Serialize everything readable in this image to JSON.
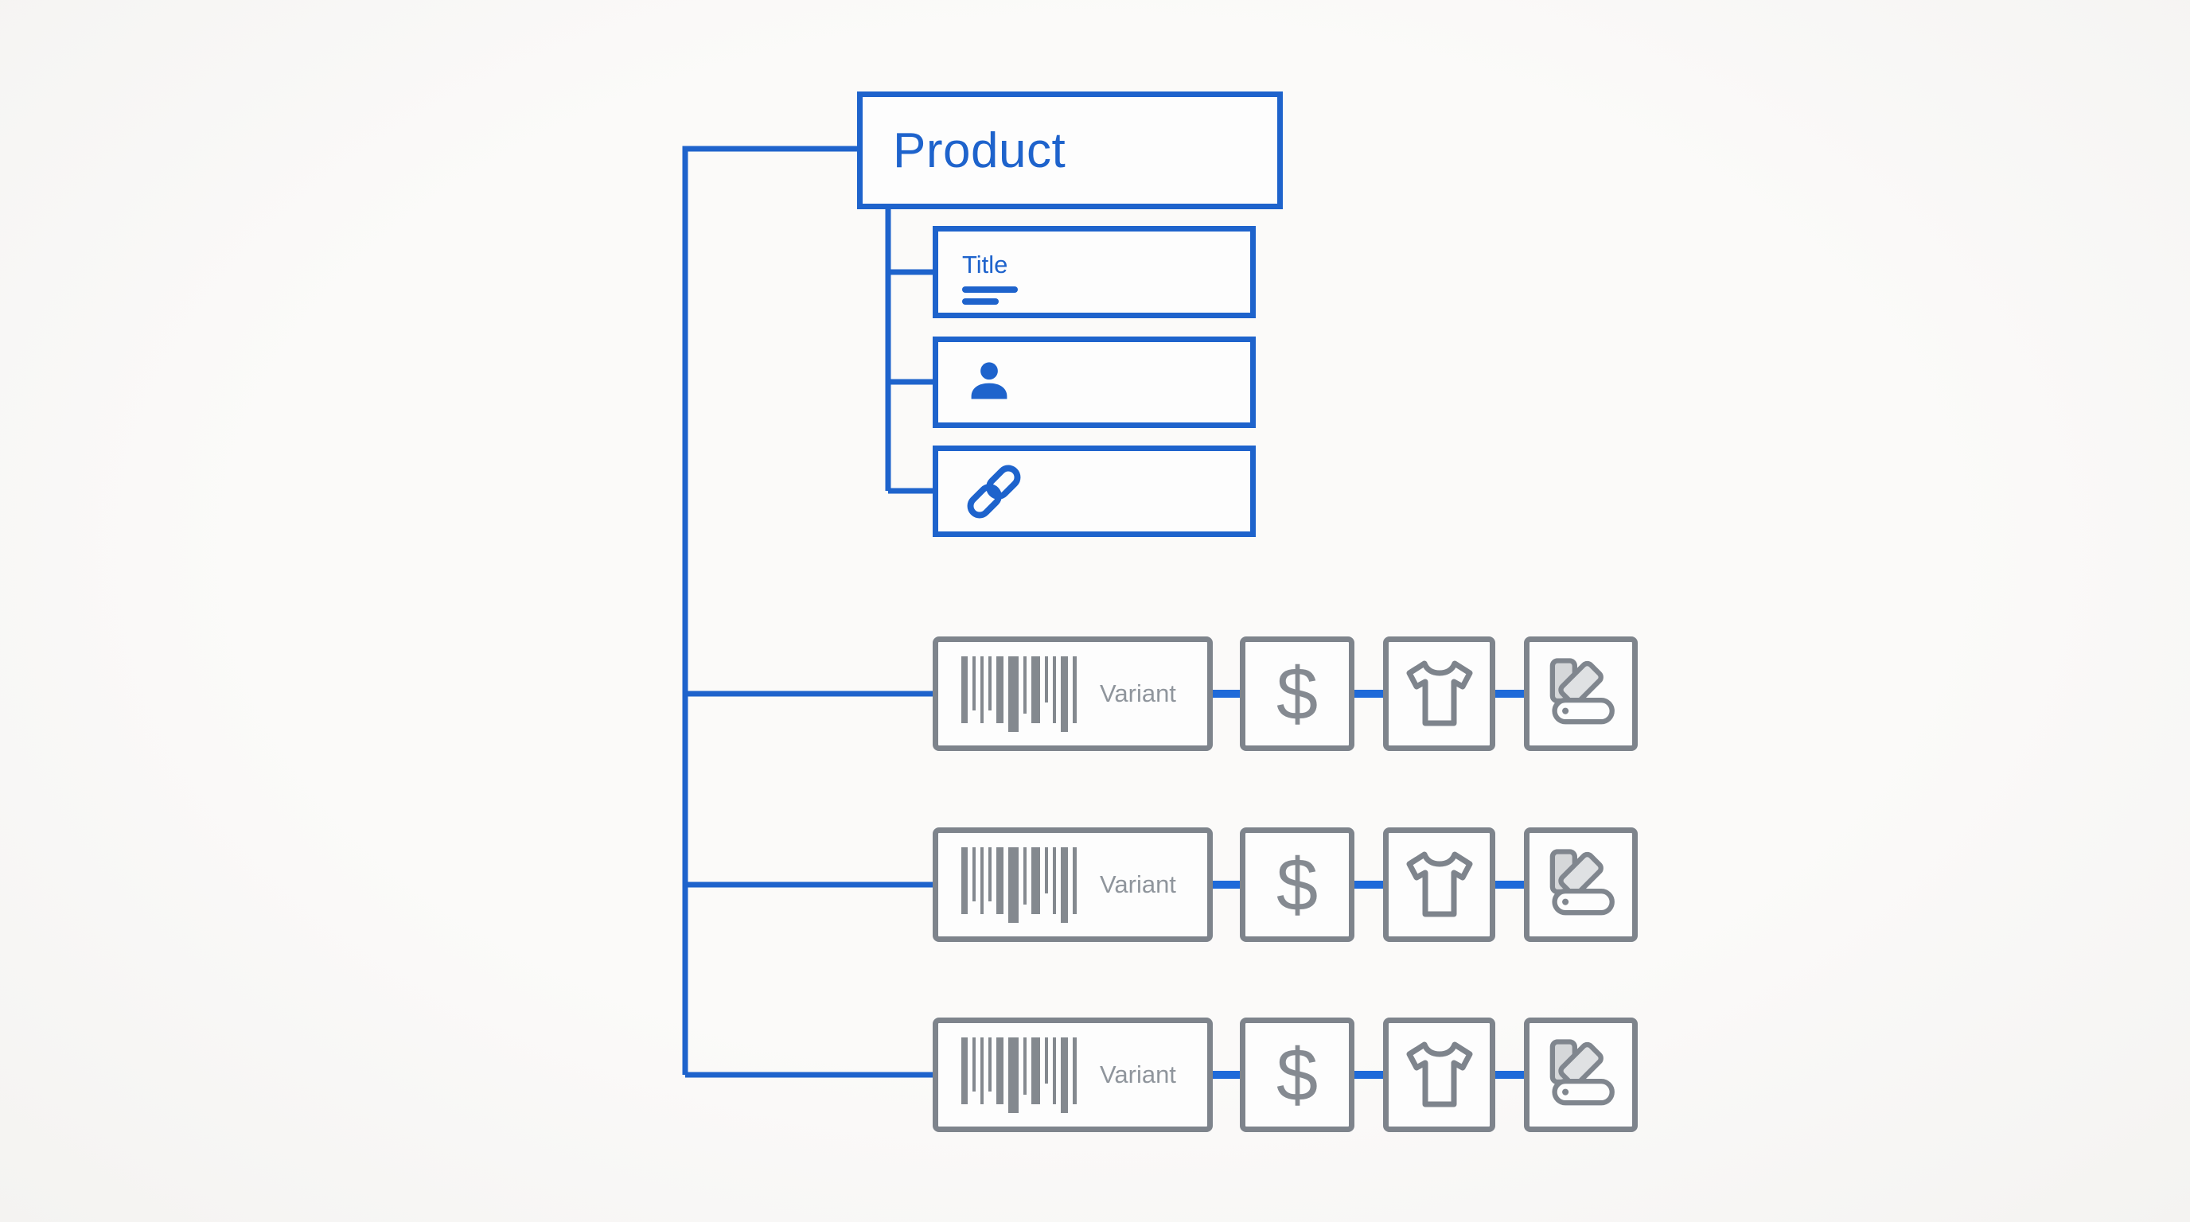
{
  "theme": {
    "blue": "#1e63cc",
    "connector_blue": "#1e6ad9",
    "gray_border": "#7e848c",
    "gray_text": "#8f959c",
    "gray_icon": "#84898f",
    "swatch_fill": "#d5d7d9",
    "node_fill": "#fdfdfd",
    "background": "#faf9f7"
  },
  "diagram": {
    "product": {
      "label": "Product"
    },
    "attributes": [
      {
        "label": "Title",
        "icon": "text-lines-icon"
      },
      {
        "icon": "person-icon"
      },
      {
        "icon": "link-icon"
      }
    ],
    "variants": [
      {
        "label": "Variant",
        "price_symbol": "$",
        "icons": [
          "barcode-icon",
          "dollar-sign",
          "tshirt-icon",
          "color-swatch-icon"
        ]
      },
      {
        "label": "Variant",
        "price_symbol": "$",
        "icons": [
          "barcode-icon",
          "dollar-sign",
          "tshirt-icon",
          "color-swatch-icon"
        ]
      },
      {
        "label": "Variant",
        "price_symbol": "$",
        "icons": [
          "barcode-icon",
          "dollar-sign",
          "tshirt-icon",
          "color-swatch-icon"
        ]
      }
    ]
  }
}
